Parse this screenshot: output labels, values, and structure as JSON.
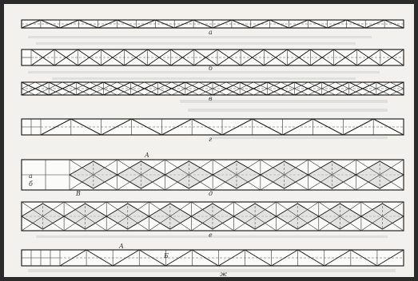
{
  "figure": {
    "strip_labels": [
      "а",
      "б",
      "в",
      "г",
      "д",
      "е",
      "ж"
    ],
    "marks": {
      "d_left_a": "а",
      "d_left_b": "б",
      "d_top": "A",
      "e_left": "B",
      "f_a": "A",
      "f_b": "Б"
    }
  }
}
